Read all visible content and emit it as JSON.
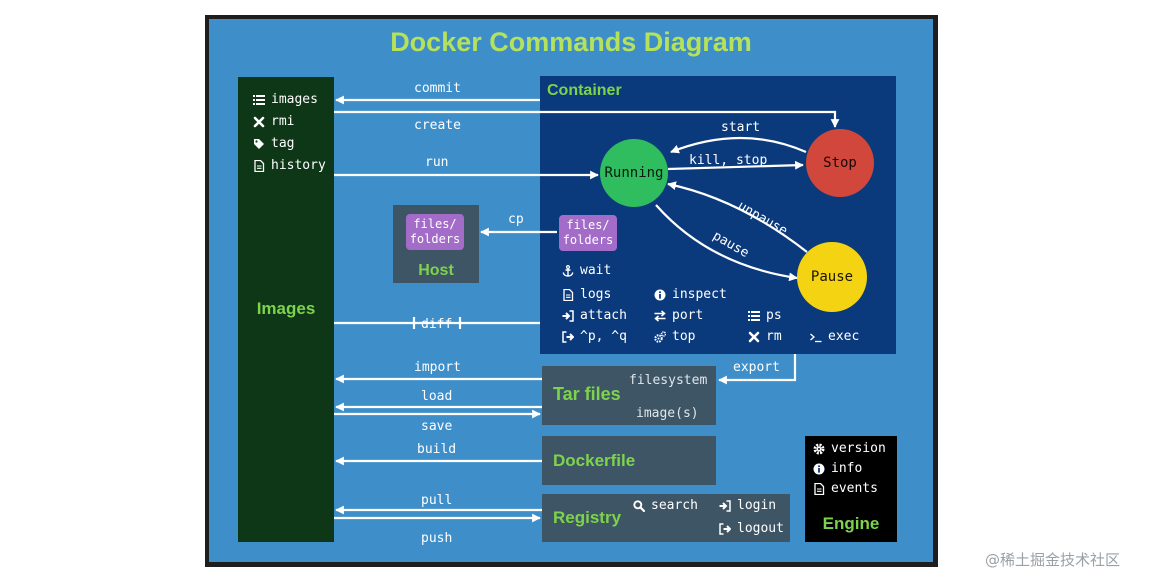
{
  "title": "Docker Commands Diagram",
  "images": {
    "title": "Images",
    "commands": [
      "images",
      "rmi",
      "tag",
      "history"
    ]
  },
  "container": {
    "title": "Container",
    "states": {
      "running": "Running",
      "stop": "Stop",
      "pause": "Pause"
    },
    "transitions": {
      "start": "start",
      "kill_stop": "kill, stop",
      "unpause": "unpause",
      "pause": "pause"
    },
    "commands": {
      "wait": "wait",
      "logs": "logs",
      "inspect": "inspect",
      "attach": "attach",
      "port": "port",
      "ps": "ps",
      "detach": "^p, ^q",
      "top": "top",
      "rm": "rm",
      "exec": "exec"
    },
    "files_folders": "files/\nfolders"
  },
  "host": {
    "title": "Host",
    "files_folders": "files/\nfolders"
  },
  "tar": {
    "title": "Tar files",
    "filesystem": "filesystem",
    "images": "image(s)"
  },
  "dockerfile": {
    "title": "Dockerfile"
  },
  "registry": {
    "title": "Registry",
    "search": "search",
    "login": "login",
    "logout": "logout"
  },
  "engine": {
    "title": "Engine",
    "version": "version",
    "info": "info",
    "events": "events"
  },
  "arrows": {
    "commit": "commit",
    "create": "create",
    "run": "run",
    "cp": "cp",
    "diff": "diff",
    "import": "import",
    "export": "export",
    "load": "load",
    "save": "save",
    "build": "build",
    "pull": "pull",
    "push": "push"
  },
  "colors": {
    "background": "#3d8ec9",
    "title": "#b5e25a",
    "images_panel": "#0d3716",
    "container_panel": "#0b3a7c",
    "gray_panel": "#3e5566",
    "running": "#2fbd5f",
    "stop": "#d2473b",
    "pause": "#f4d313",
    "files": "#a26cc8",
    "green_label": "#7ed34c"
  },
  "icons": {
    "images": "list-icon",
    "rmi": "x-icon",
    "tag": "tag-icon",
    "history": "document-icon",
    "wait": "anchor-icon",
    "logs": "document-icon",
    "inspect": "info-icon",
    "attach": "sign-in-icon",
    "port": "exchange-icon",
    "ps": "list-icon",
    "detach": "sign-out-icon",
    "top": "cogs-icon",
    "rm": "x-icon",
    "exec": "terminal-icon",
    "search": "search-icon",
    "login": "sign-in-icon",
    "logout": "sign-out-icon",
    "version": "gear-icon",
    "info": "info-icon",
    "events": "document-icon"
  },
  "watermark": "@稀土掘金技术社区"
}
